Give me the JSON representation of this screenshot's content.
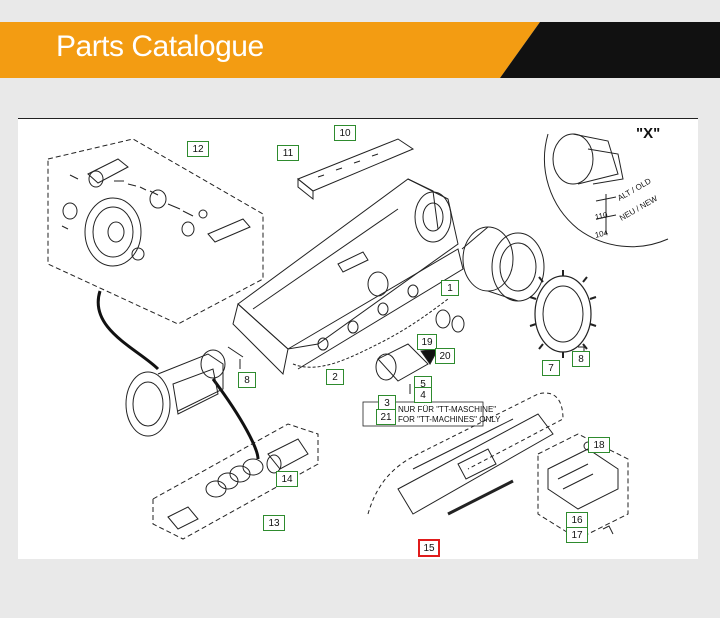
{
  "header": {
    "title": "Parts Catalogue",
    "accent_color": "#f39c12",
    "dark_color": "#111111"
  },
  "diagram": {
    "part_numbers": [
      "12",
      "11",
      "10",
      "1",
      "2",
      "7",
      "8",
      "8",
      "19",
      "20",
      "3",
      "21",
      "5",
      "4",
      "18",
      "14",
      "13",
      "16",
      "17",
      "15"
    ],
    "selected_part": "15",
    "note": {
      "line1": "NUR FÜR \"TT-MASCHINE\"",
      "line2": "FOR \"TT-MACHINES\" ONLY"
    },
    "detail": {
      "label": "\"X\"",
      "marker": "X",
      "dim1": "110",
      "dim2": "104",
      "alt_label": "ALT / OLD",
      "new_label": "NEU / NEW"
    }
  }
}
